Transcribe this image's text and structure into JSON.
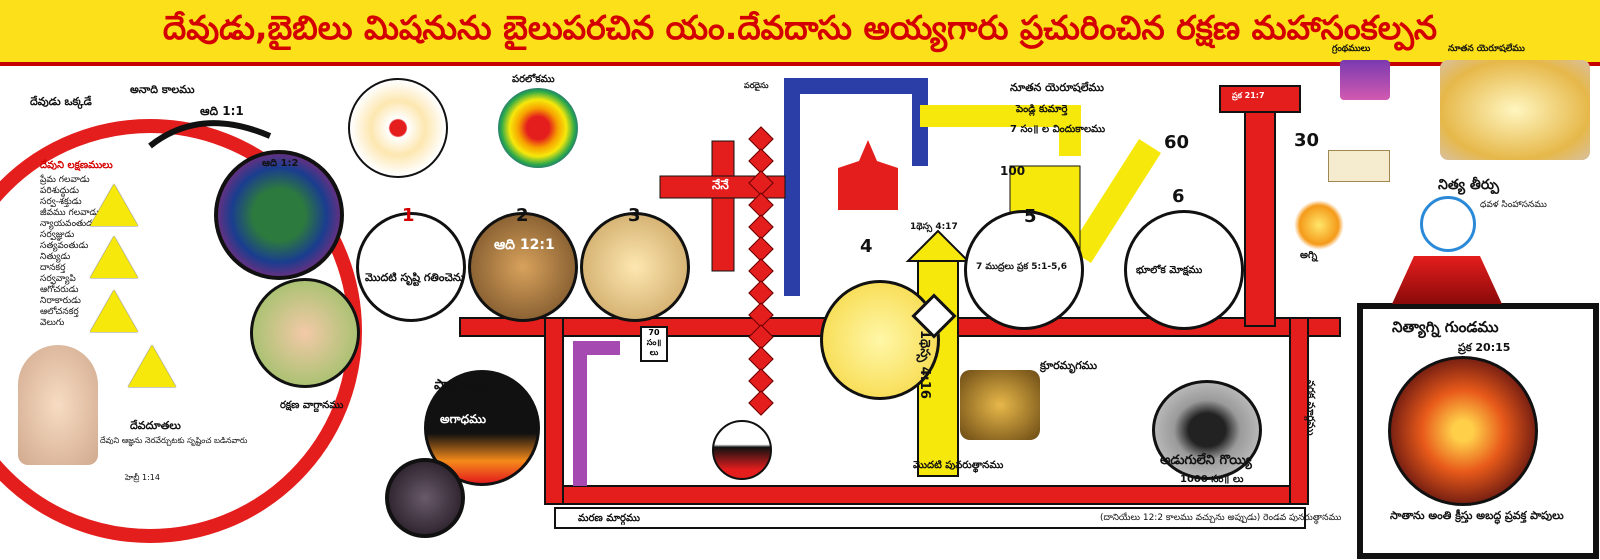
{
  "title": "దేవుడు,బైబిలు మిషనును బైలుపరచిన యం.దేవదాసు అయ్యగారు ప్రచురించిన రక్షణ మహాసంకల్పన",
  "left": {
    "god_one": "దేవుడు ఒక్కడే",
    "eternal_time": "అనాది కాలము",
    "gen11": "ఆది 1:1",
    "attributes_head": "దేవుని లక్షణములు",
    "attributes": [
      "ప్రేమ గలవాడు",
      "పరిశుద్ధుడు",
      "సర్వ-శక్తుడు",
      "జీవము గలవాడు",
      "న్యాయవంతుడు",
      "సర్వజ్ఞుడు",
      "సత్యవంతుడు",
      "నిత్యుడు",
      "దానకర్త",
      "సర్వవ్యాపి",
      "ఆగోచరుడు",
      "నిరాకారుడు",
      "ఆలోచనకర్త",
      "వెలుగు"
    ],
    "angels": "దేవదూతలు",
    "angels_sub": "దేవుని ఆజ్ఞను నెరవేర్చుటకు సృష్టించ బడినవారు",
    "refs": "హెబ్రీ 1:14"
  },
  "mid": {
    "gen12": "ఆది 1:2",
    "first_creation": "మొదటి సృష్టి గతించెను",
    "gen12_1": "ఆది 12:1",
    "salvation_promise": "రక్షణ వాగ్దానము",
    "hell_abyss": "పాతాళము",
    "abyss": "అగాధము",
    "death_path": "మరణ మార్గము",
    "heaven": "పరలోకము",
    "paradise": "పరదైసు",
    "num1": "1",
    "num2": "2",
    "num3": "3",
    "num4": "4",
    "num5": "5",
    "num6": "6",
    "num60": "60",
    "num100": "100",
    "num30": "30",
    "box70": "70 సం॥ లు",
    "thess": "1థెస్స 4:16",
    "thess2": "1థెస్స 4:17",
    "resurrection": "మొదటి పునరుత్థానము",
    "new_jerusalem": "నూతన యెరూషలేము",
    "bride": "పెండ్లి కుమార్తె",
    "seven_years": "7 సం॥ ల విందుకాలము",
    "seven_seals": "7 ముద్రలు ప్రక 5:1-5,6",
    "beast": "క్రూరమృగము",
    "bottomless": "అడుగులేని గొయ్యి",
    "thousand": "1000 సం॥ లు",
    "earthly_kingdom": "భూలోక మోక్షము",
    "book": "గ్రంథములు",
    "new_jerusalem2": "నూతన యెరూషలేము",
    "eternal_judgment": "నిత్య తీర్పు",
    "white_throne": "ధవళ సింహాసనము",
    "fire": "అగ్ని",
    "lake_fire": "నిత్యాగ్ని గుండము",
    "rev2015": "ప్రక 20:15",
    "hell_path": "నరక మార్గము",
    "satan": "సాతాను అంతి క్రీస్తు అబద్ధ ప్రవక్త పాపులు",
    "second_res": "(దానియేలు 12:2 కాలము వచ్చును అప్పుడు) రెండవ పునరుత్థానము",
    "rev217": "ప్రక 21:7",
    "nene": "నేనే"
  },
  "colors": {
    "yellow": "#fbe01a",
    "red": "#e41d1d",
    "blue": "#2b3ea8",
    "purple": "#a54ab0",
    "black": "#111111"
  }
}
